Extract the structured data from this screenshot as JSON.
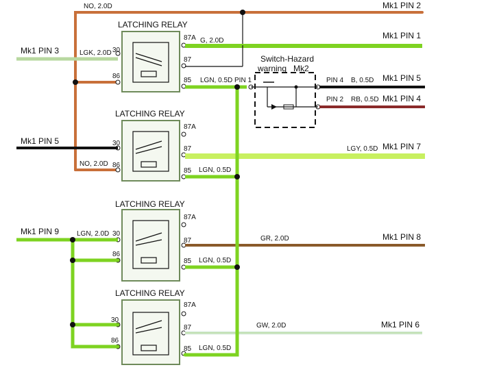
{
  "colors": {
    "orange": "#c8703a",
    "green": "#7ed321",
    "lightgreen": "#c8f060",
    "black": "#111111",
    "brown": "#8a5a2a",
    "darkred": "#8a2a2a",
    "grey_green": "#b8d8a0",
    "relay_border": "#6e8a5a"
  },
  "relays": [
    {
      "title": "LATCHING RELAY",
      "p87a": "87A",
      "p30": "30",
      "p87": "87",
      "p86": "86",
      "p85": "85"
    },
    {
      "title": "LATCHING RELAY",
      "p87a": "87A",
      "p30": "30",
      "p87": "87",
      "p86": "86",
      "p85": "85"
    },
    {
      "title": "LATCHING RELAY",
      "p87a": "87A",
      "p30": "30",
      "p87": "87",
      "p86": "86",
      "p85": "85"
    },
    {
      "title": "LATCHING RELAY",
      "p87a": "87A",
      "p30": "30",
      "p87": "87",
      "p86": "86",
      "p85": "85"
    }
  ],
  "wires": {
    "no_top": "NO, 2.0D",
    "mk1_pin2": "Mk1 PIN 2",
    "g_20d": "G, 2.0D",
    "mk1_pin1": "Mk1 PIN 1",
    "mk1_pin3": "Mk1 PIN 3",
    "lgk_20d": "LGK, 2.0D",
    "lgn_05d_r1": "LGN, 0.5D",
    "pin1": "PIN 1",
    "pin4": "PIN 4",
    "b_05d": "B, 0.5D",
    "mk1_pin5_r": "Mk1 PIN 5",
    "pin2": "PIN 2",
    "rb_05d": "RB, 0.5D",
    "mk1_pin4": "Mk1 PIN 4",
    "mk1_pin5_l": "Mk1 PIN 5",
    "lgy_05d": "LGY, 0.5D",
    "mk1_pin7": "Mk1 PIN 7",
    "no_r2": "NO, 2.0D",
    "lgn_05d_r2": "LGN, 0.5D",
    "mk1_pin9": "Mk1 PIN 9",
    "lgn_20d": "LGN, 2.0D",
    "gr_20d": "GR, 2.0D",
    "mk1_pin8": "Mk1 PIN 8",
    "lgn_05d_r3": "LGN, 0.5D",
    "gw_20d": "GW, 2.0D",
    "mk1_pin6": "Mk1 PIN 6",
    "lgn_05d_r4": "LGN, 0.5D"
  },
  "switch": {
    "title": "Switch-Hazard",
    "subtitle": "warning",
    "id": "Mk2"
  }
}
